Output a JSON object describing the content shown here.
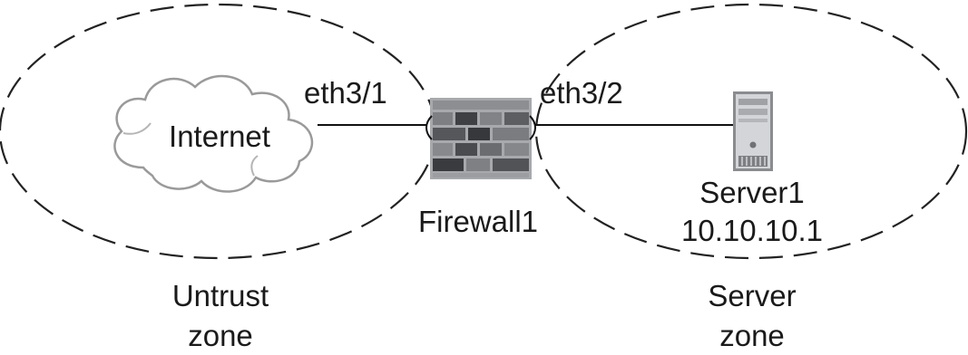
{
  "zones": [
    {
      "label_line1": "Untrust",
      "label_line2": "zone"
    },
    {
      "label_line1": "Server",
      "label_line2": "zone"
    }
  ],
  "nodes": {
    "internet": {
      "label": "Internet"
    },
    "firewall": {
      "label": "Firewall1"
    },
    "server": {
      "label": "Server1",
      "ip": "10.10.10.1"
    }
  },
  "interfaces": {
    "untrust_side": "eth3/1",
    "server_side": "eth3/2"
  }
}
